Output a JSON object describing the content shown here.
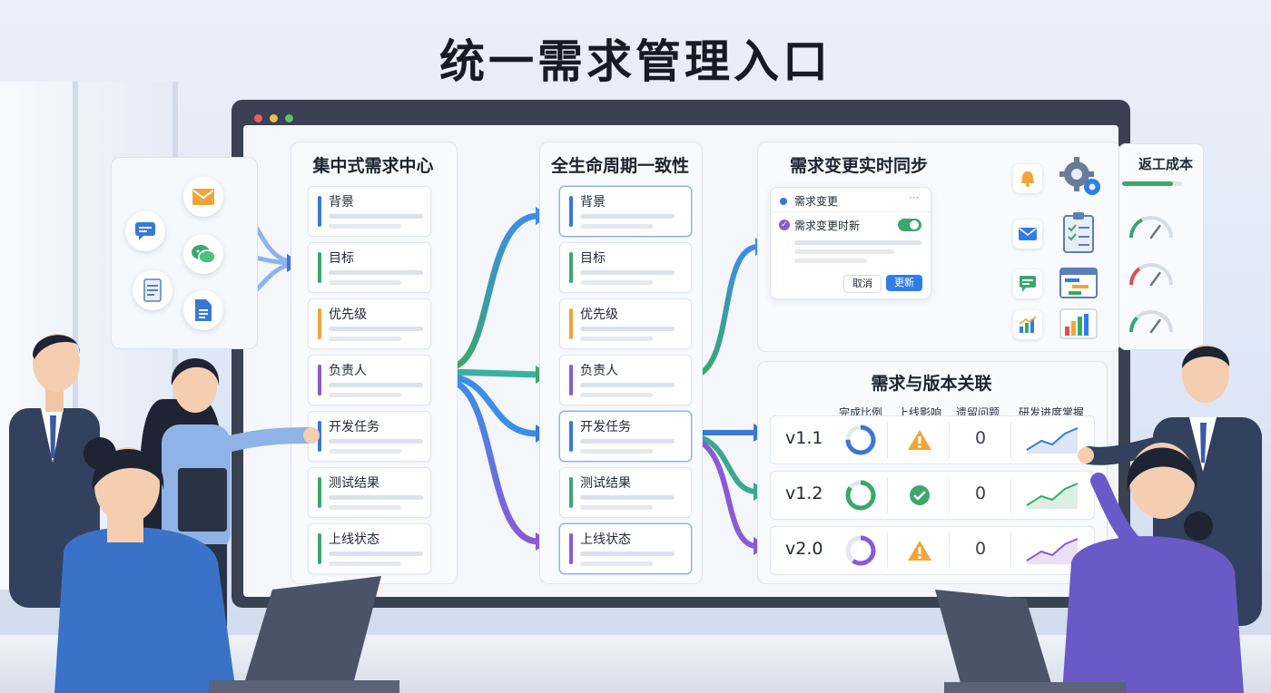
{
  "title": "统一需求管理入口",
  "source_icons": [
    "mail-icon",
    "chat-icon",
    "wechat-icon",
    "document-icon",
    "google-doc-icon"
  ],
  "central_center": {
    "title": "集中式需求中心",
    "items": [
      {
        "label": "背景",
        "color": "#3a78d8"
      },
      {
        "label": "目标",
        "color": "#3aa86b"
      },
      {
        "label": "优先级",
        "color": "#f0a53a"
      },
      {
        "label": "负责人",
        "color": "#8a5ad6"
      },
      {
        "label": "开发任务",
        "color": "#3a78d8"
      },
      {
        "label": "测试结果",
        "color": "#3aa86b"
      },
      {
        "label": "上线状态",
        "color": "#3aa86b"
      }
    ]
  },
  "lifecycle": {
    "title": "全生命周期一致性",
    "items": [
      {
        "label": "背景",
        "color": "#3a78d8"
      },
      {
        "label": "目标",
        "color": "#3aa86b"
      },
      {
        "label": "优先级",
        "color": "#f0a53a"
      },
      {
        "label": "负责人",
        "color": "#8a5ad6"
      },
      {
        "label": "开发任务",
        "color": "#3a78d8"
      },
      {
        "label": "测试结果",
        "color": "#3aa86b"
      },
      {
        "label": "上线状态",
        "color": "#8a5ad6"
      }
    ]
  },
  "sync": {
    "title": "需求变更实时同步",
    "dialog_title": "需求变更",
    "dialog_menu": "···",
    "toggle_label": "需求变更时新",
    "toggle_on": true,
    "cancel": "取消",
    "update": "更新",
    "notify_icons": [
      "bell-icon",
      "mail-icon",
      "message-icon",
      "chart-icon"
    ],
    "tool_icons": [
      "gear-icon",
      "checklist-icon",
      "gantt-icon",
      "bar-chart-icon"
    ]
  },
  "rework": {
    "title": "返工成本",
    "progress": 0.85,
    "gauges": [
      {
        "color": "#3aa86b",
        "level": 0.35
      },
      {
        "color": "#e0504a",
        "level": 0.3
      },
      {
        "color": "#3aa86b",
        "level": 0.25
      }
    ]
  },
  "versions": {
    "title": "需求与版本关联",
    "headers": [
      "完成比例",
      "上线影响",
      "遗留问题",
      "研发进度掌握"
    ],
    "rows": [
      {
        "name": "v1.1",
        "completion": 0.75,
        "ring_color": "#3a78d8",
        "impact": "warning",
        "issues": "0",
        "trend_color": "#3a78d8"
      },
      {
        "name": "v1.2",
        "completion": 0.85,
        "ring_color": "#3aa86b",
        "impact": "ok",
        "issues": "0",
        "trend_color": "#3aa86b"
      },
      {
        "name": "v2.0",
        "completion": 0.6,
        "ring_color": "#8a5ad6",
        "impact": "warning",
        "issues": "0",
        "trend_color": "#8a5ad6"
      }
    ]
  }
}
